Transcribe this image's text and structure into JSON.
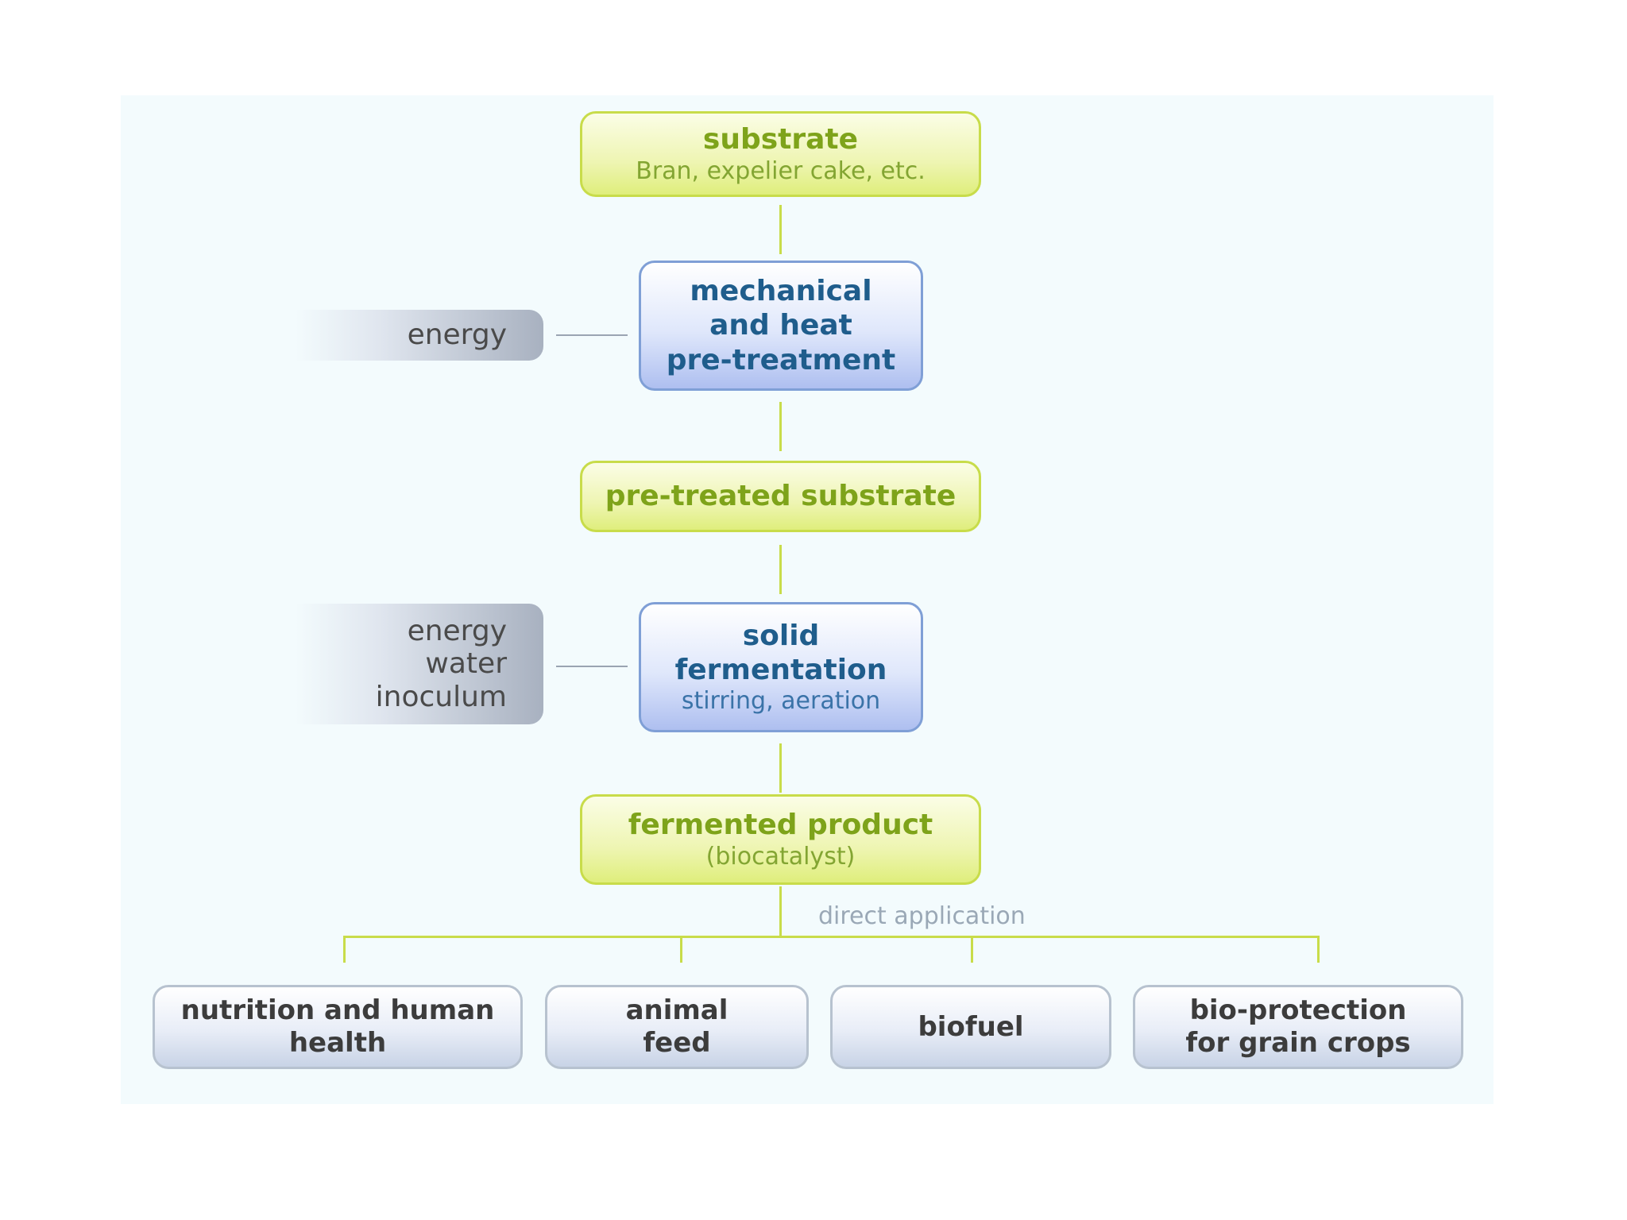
{
  "nodes": {
    "substrate": {
      "title": "substrate",
      "subtitle": "Bran, expelier cake, etc."
    },
    "pretreatment": {
      "lines": [
        "mechanical",
        "and heat",
        "pre-treatment"
      ]
    },
    "pretreated_substrate": {
      "title": "pre-treated substrate"
    },
    "fermentation": {
      "lines": [
        "solid",
        "fermentation"
      ],
      "subtitle": "stirring, aeration"
    },
    "fermented_product": {
      "title": "fermented product",
      "subtitle": "(biocatalyst)"
    }
  },
  "inputs": {
    "pretreatment": [
      "energy"
    ],
    "fermentation": [
      "energy",
      "water",
      "inoculum"
    ]
  },
  "branch_label": "direct application",
  "outputs": [
    {
      "lines": [
        "nutrition and human",
        "health"
      ]
    },
    {
      "lines": [
        "animal",
        "feed"
      ]
    },
    {
      "lines": [
        "biofuel"
      ]
    },
    {
      "lines": [
        "bio-protection",
        "for grain crops"
      ]
    }
  ]
}
